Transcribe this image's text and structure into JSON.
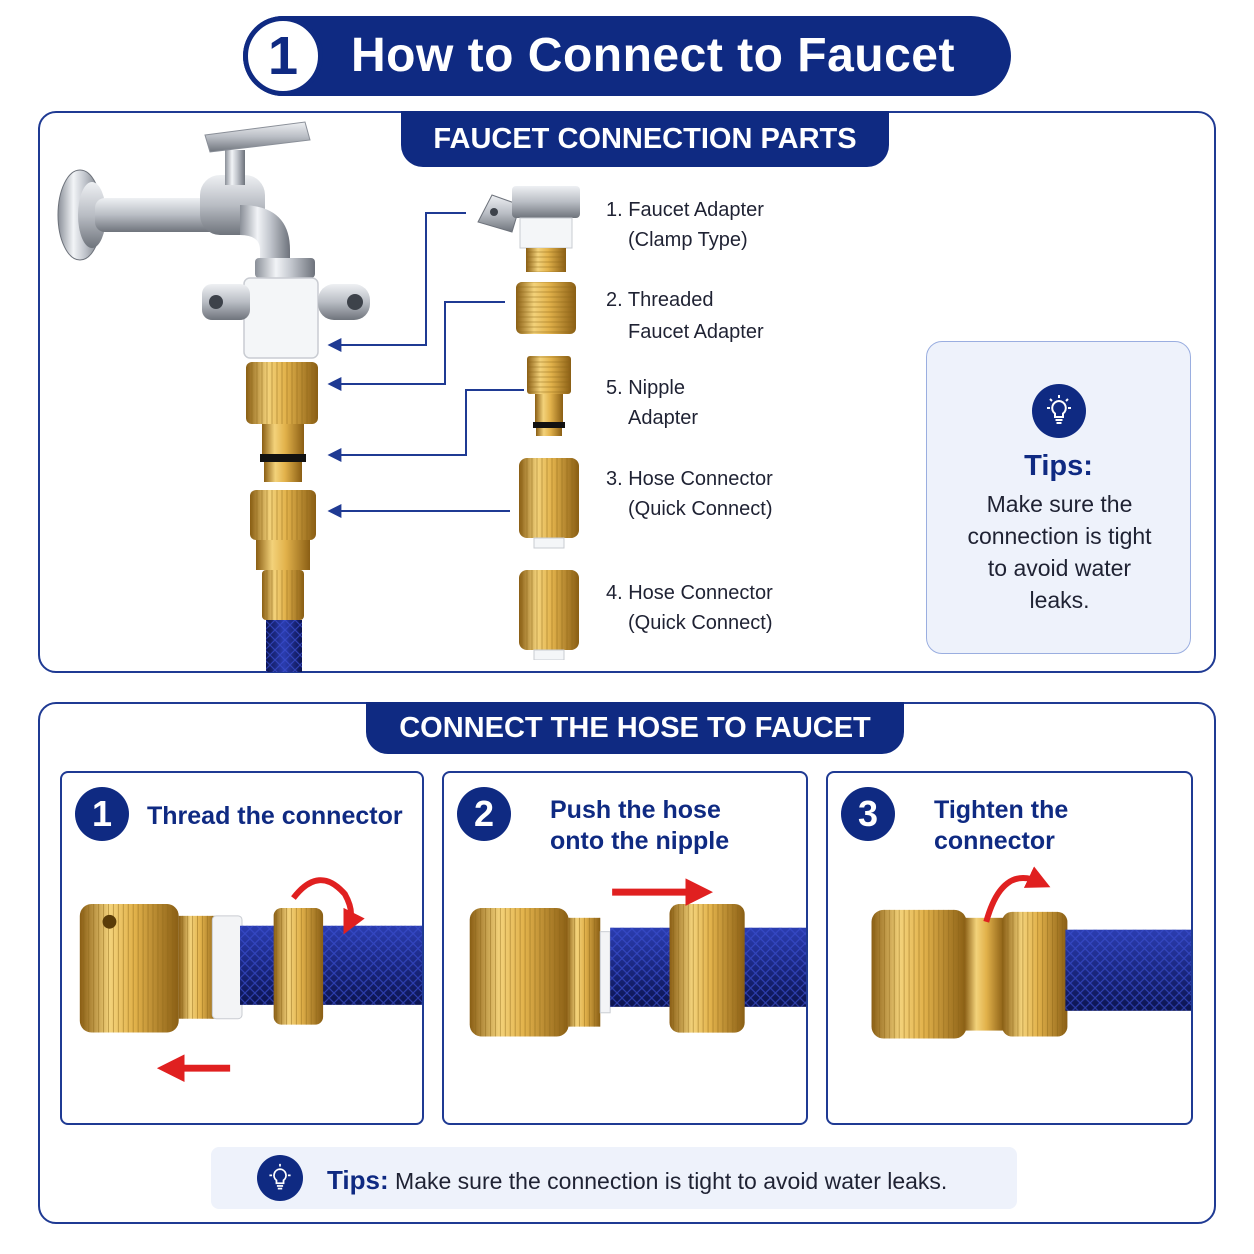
{
  "title": {
    "number": "1",
    "text": "How to Connect to Faucet"
  },
  "parts_section": {
    "heading": "FAUCET CONNECTION PARTS",
    "parts": [
      {
        "line1": "1. Faucet Adapter",
        "line2": "(Clamp Type)"
      },
      {
        "line1": "2. Threaded",
        "line2": "Faucet Adapter"
      },
      {
        "line1": "5. Nipple",
        "line2": "Adapter"
      },
      {
        "line1": "3. Hose Connector",
        "line2": "(Quick Connect)"
      },
      {
        "line1": "4. Hose Connector",
        "line2": "(Quick Connect)"
      }
    ],
    "tips": {
      "title": "Tips:",
      "text": "Make sure the connection is tight to avoid water leaks.",
      "icon": "lightbulb-icon"
    }
  },
  "connect_section": {
    "heading": "CONNECT THE HOSE TO FAUCET",
    "steps": [
      {
        "number": "1",
        "title": "Thread the connector"
      },
      {
        "number": "2",
        "title": "Push the hose onto the nipple"
      },
      {
        "number": "3",
        "title": "Tighten the connector"
      }
    ],
    "tip_bar": {
      "label": "Tips:",
      "text": "Make sure the connection is tight to avoid water leaks.",
      "icon": "lightbulb-icon"
    }
  },
  "colors": {
    "navy": "#0f2a82",
    "brass": "#d4a536",
    "hose_blue": "#1b2a8a",
    "arrow_red": "#e02020",
    "chrome": "#c9ccd2"
  }
}
